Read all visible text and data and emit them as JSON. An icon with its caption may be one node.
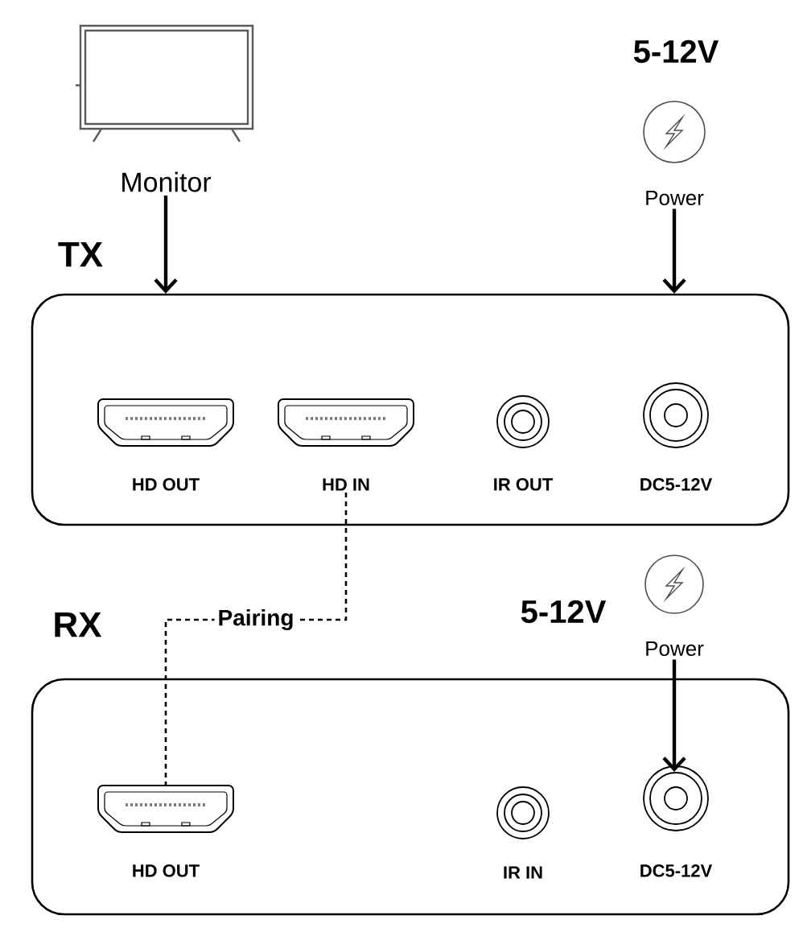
{
  "diagram": {
    "nodes": [
      {
        "text": [
          "Monitor"
        ]
      },
      {
        "text": [
          "Power"
        ],
        "beside": [
          "5-12V"
        ]
      },
      {
        "text": [
          "TX"
        ]
      },
      {
        "text": [
          "HD OUT"
        ],
        "in": 2
      },
      {
        "text": [
          "HD IN"
        ],
        "in": 2
      },
      {
        "text": [
          "IR OUT"
        ],
        "in": 2
      },
      {
        "text": [
          "DC5-12V"
        ],
        "in": 2
      },
      {
        "text": [
          "Power"
        ],
        "beside": [
          "5-12V"
        ]
      },
      {
        "text": [
          "RX"
        ]
      },
      {
        "text": [
          "HD OUT"
        ],
        "in": 8
      },
      {
        "text": [
          "IR IN"
        ],
        "in": 8
      },
      {
        "text": [
          "DC5-12V"
        ],
        "in": 8
      }
    ],
    "edges": [
      {
        "from": 0,
        "to": 2,
        "arrow": "to"
      },
      {
        "from": 1,
        "to": 2,
        "arrow": "to"
      },
      {
        "from": 4,
        "to": 9,
        "arrow": "none",
        "style": "dashed",
        "label": "Pairing"
      },
      {
        "from": 7,
        "to": 11,
        "arrow": "to"
      }
    ]
  }
}
